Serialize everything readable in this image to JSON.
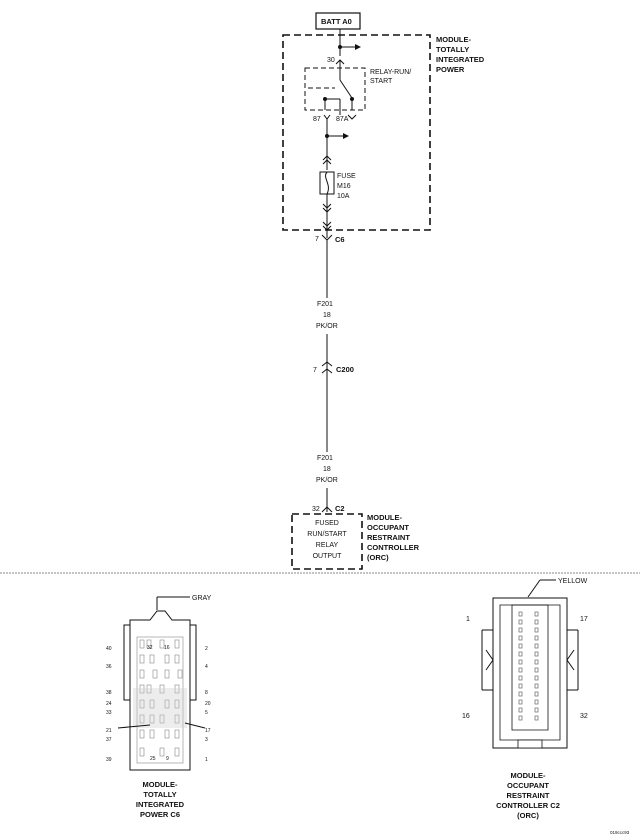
{
  "schematic": {
    "batt_label": "BATT A0",
    "tipm_label": [
      "MODULE-",
      "TOTALLY",
      "INTEGRATED",
      "POWER"
    ],
    "relay_label": [
      "RELAY-RUN/",
      "START"
    ],
    "pin_30": "30",
    "pin_87": "87",
    "pin_87a": "87A",
    "fuse_label": [
      "FUSE",
      "M16",
      "10A"
    ],
    "c6_pin": "7",
    "c6_label": "C6",
    "wire_upper": [
      "F201",
      "18",
      "PK/OR"
    ],
    "c200_pin": "7",
    "c200_label": "C200",
    "wire_lower": [
      "F201",
      "18",
      "PK/OR"
    ],
    "c2_pin": "32",
    "c2_label": "C2",
    "orc_box_text": [
      "FUSED",
      "RUN/START",
      "RELAY",
      "OUTPUT"
    ],
    "orc_label": [
      "MODULE-",
      "OCCUPANT",
      "RESTRAINT",
      "CONTROLLER",
      "(ORC)"
    ]
  },
  "connector_c6": {
    "color_label": "GRAY",
    "left_pins": [
      "40",
      "36",
      "38",
      "24",
      "33",
      "21",
      "37",
      "39"
    ],
    "right_pins": [
      "2",
      "4",
      "8",
      "20",
      "5",
      "17",
      "3",
      "1"
    ],
    "top_pins": [
      "32",
      "16"
    ],
    "bottom_pins": [
      "25",
      "9"
    ],
    "caption": [
      "MODULE-",
      "TOTALLY",
      "INTEGRATED",
      "POWER C6"
    ]
  },
  "connector_c2": {
    "color_label": "YELLOW",
    "pin_top_left": "1",
    "pin_top_right": "17",
    "pin_bottom_left": "16",
    "pin_bottom_right": "32",
    "caption": [
      "MODULE-",
      "OCCUPANT",
      "RESTRAINT",
      "CONTROLLER C2",
      "(ORC)"
    ]
  },
  "figure_id": "019ccc93"
}
